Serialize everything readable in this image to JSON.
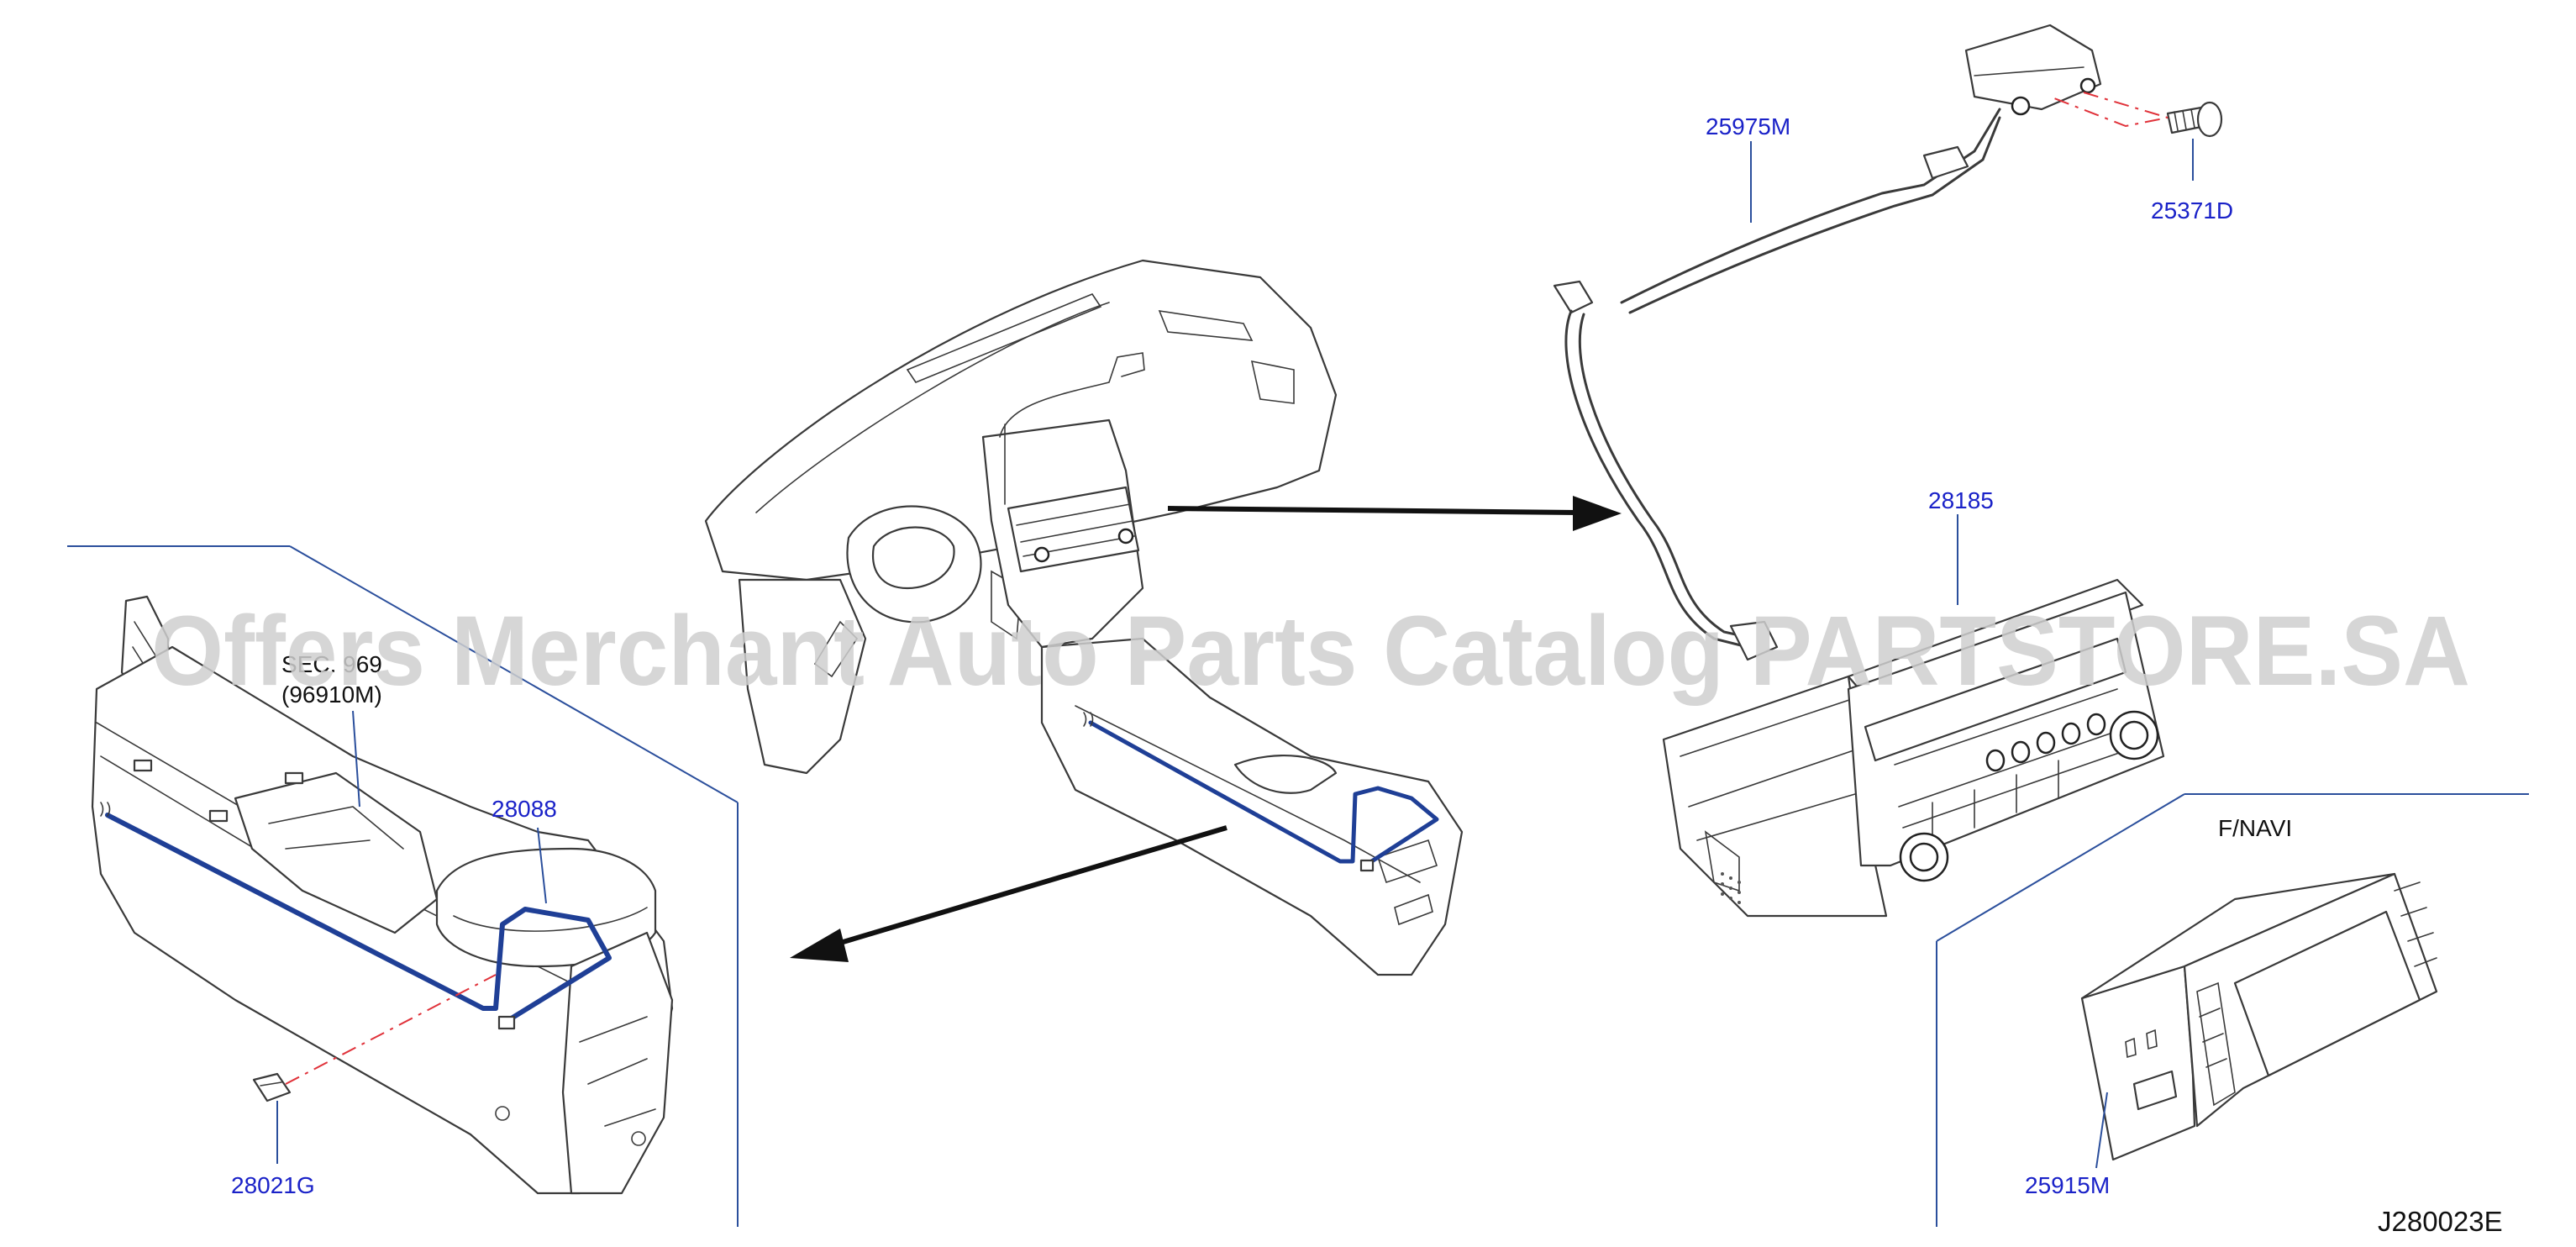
{
  "diagram": {
    "parts": {
      "antenna_cable": "25975M",
      "screw": "25371D",
      "audio_unit": "28185",
      "console_harness": "28088",
      "console_ref_name": "SEC. 969",
      "console_ref_code": "(96910M)",
      "clip": "28021G",
      "navi_unit": "25915M"
    },
    "variant_label": "F/NAVI",
    "diagram_code": "J280023E",
    "watermark": "Offers Merchant Auto Parts Catalog PARTSTORE.SA"
  },
  "colors": {
    "label": "#1a22c8",
    "harness": "#1f3f96",
    "leader": "#2b4f9c",
    "dashed_link": "#e0323a"
  }
}
